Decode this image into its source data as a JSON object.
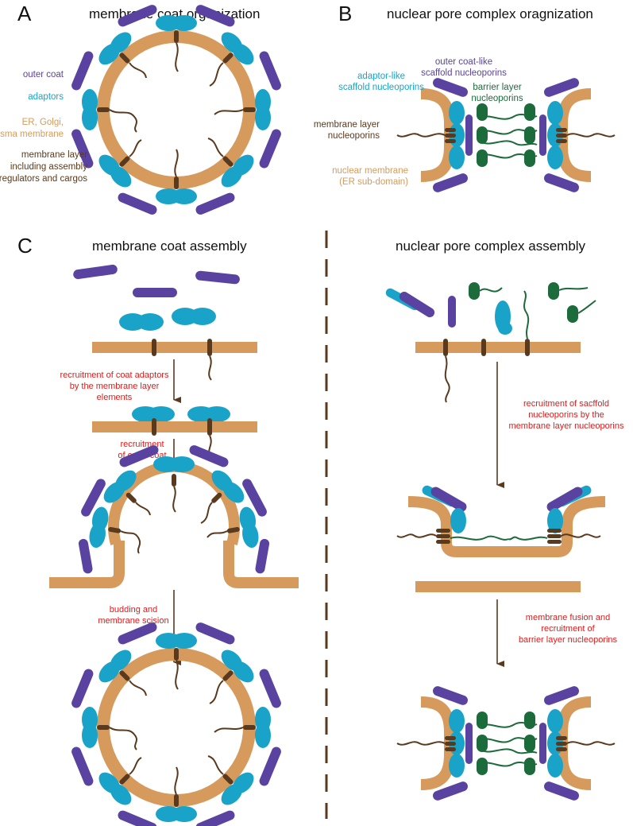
{
  "colors": {
    "outer_coat": "#5a43a0",
    "adaptor": "#1aa3c9",
    "membrane": "#d69b5c",
    "membrane_layer": "#5a3a1e",
    "barrier": "#1c6b3a",
    "step_text": "#e01b1b"
  },
  "panels": {
    "a": {
      "letter": "A",
      "title": "membrane coat organization"
    },
    "b": {
      "letter": "B",
      "title": "nuclear pore complex oragnization"
    },
    "c": {
      "letter": "C",
      "title": "membrane coat assembly"
    },
    "d": {
      "title": "nuclear pore complex assembly"
    }
  },
  "legend_a": {
    "outer_coat": "outer coat",
    "adaptors": "adaptors",
    "membrane": [
      "ER, Golgi,",
      "plasma membrane"
    ],
    "membrane_layer": [
      "membrane layer",
      "including assembly",
      "regulators and cargos"
    ]
  },
  "legend_b": {
    "adaptor_like": [
      "adaptor-like",
      "scaffold nucleoporins"
    ],
    "outer_coat_like": [
      "outer coat-like",
      "scaffold nucleoporins"
    ],
    "barrier": [
      "barrier layer",
      "nucleoporins"
    ],
    "membrane_layer": [
      "membrane layer",
      "nucleoporins"
    ],
    "nuclear_membrane": [
      "nuclear membrane",
      "(ER sub-domain)"
    ]
  },
  "steps_c": {
    "s1": [
      "recruitment of coat adaptors",
      "by the membrane layer",
      "elements"
    ],
    "s2": [
      "recruitment",
      "of outer coat"
    ],
    "s3": [
      "budding  and",
      "membrane scision"
    ]
  },
  "steps_d": {
    "s1": [
      "recruitment of sacffold",
      "nucleoporins by the",
      "membrane layer nucleoporins"
    ],
    "s2": [
      "membrane fusion and",
      "recruitment of",
      "barrier layer nucleoporins"
    ]
  }
}
